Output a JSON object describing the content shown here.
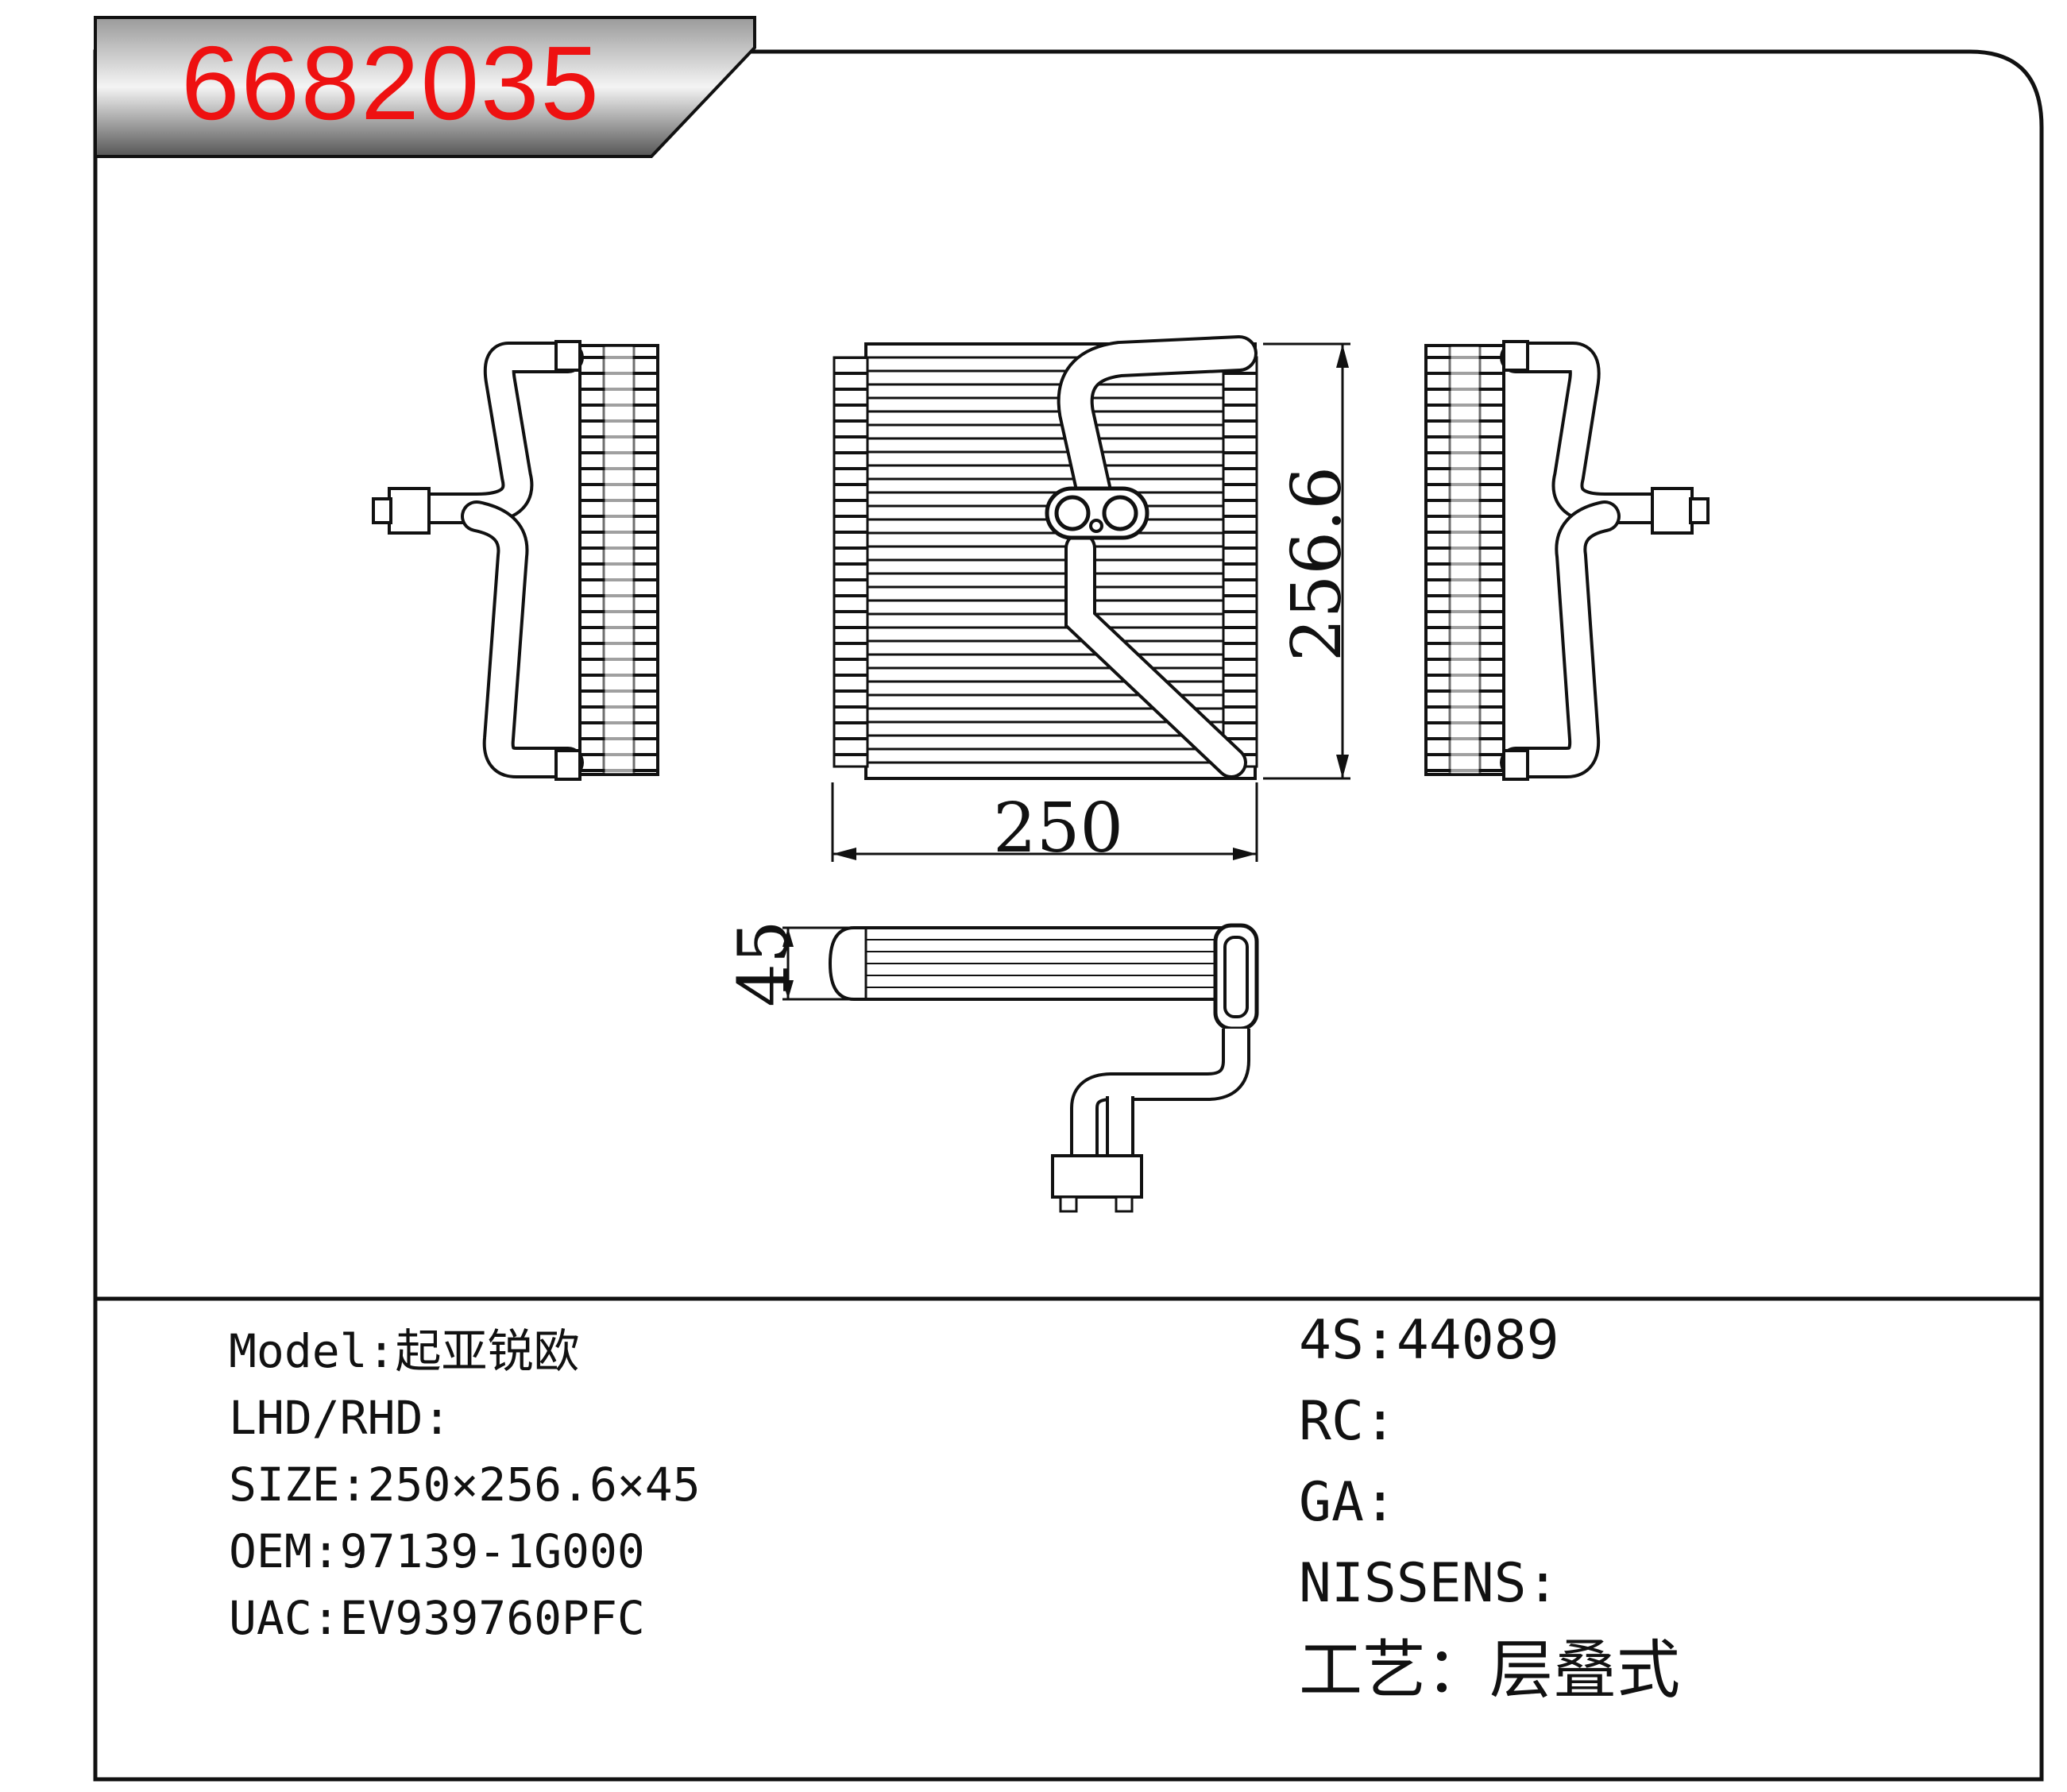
{
  "header": {
    "part_number": "6682035"
  },
  "dimensions": {
    "width": "250",
    "height": "256.6",
    "depth": "45"
  },
  "specs_left": [
    {
      "label": "Model",
      "sep": ":",
      "value": "起亚锐欧"
    },
    {
      "label": "LHD/RHD",
      "sep": ":",
      "value": ""
    },
    {
      "label": "SIZE",
      "sep": ":",
      "value": "250×256.6×45"
    },
    {
      "label": "OEM",
      "sep": ":",
      "value": "97139-1G000"
    },
    {
      "label": "UAC",
      "sep": ":",
      "value": "EV939760PFC"
    }
  ],
  "specs_right": [
    {
      "label": "4S",
      "sep": ":",
      "value": "44089"
    },
    {
      "label": "RC",
      "sep": ":",
      "value": ""
    },
    {
      "label": "GA",
      "sep": ":",
      "value": ""
    },
    {
      "label": "NISSENS",
      "sep": ":",
      "value": ""
    },
    {
      "label": "工艺",
      "sep": "：",
      "value": "层叠式"
    }
  ],
  "colors": {
    "part_number": "#ee1111",
    "line": "#111111",
    "tab_dark": "#555555",
    "tab_light": "#f4f4f4"
  }
}
